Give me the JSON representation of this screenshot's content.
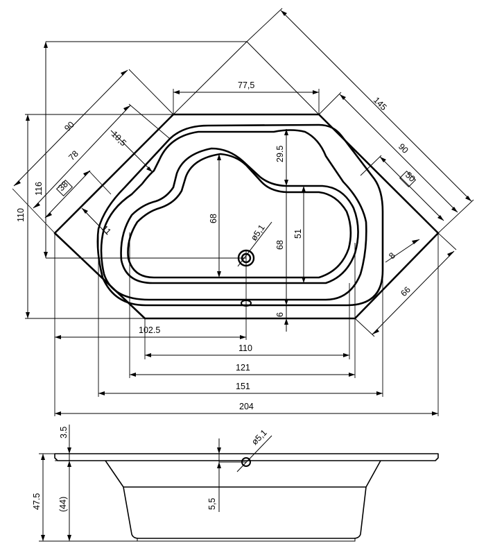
{
  "plan_view": {
    "dims": {
      "top_edge": "77,5",
      "diag_overall": "145",
      "left_diag_90": "90",
      "right_diag_90": "90",
      "left_diag_78": "78",
      "left_10_5": "10,5",
      "left_116": "116",
      "left_110": "110",
      "badge_left": "38",
      "badge_right": "50",
      "left_11": "11",
      "right_8": "8",
      "right_66": "66",
      "inner_29_5": "29.5",
      "inner_68_left": "68",
      "inner_68_mid": "68",
      "inner_51": "51",
      "inner_6": "6",
      "drain_dia": "ø5,1",
      "bottom_102_5": "102.5",
      "bottom_110": "110",
      "bottom_121": "121",
      "bottom_151": "151",
      "bottom_204": "204"
    }
  },
  "side_view": {
    "dims": {
      "top_3_5": "3.5",
      "height_47_5": "47.5",
      "inner_44": "(44)",
      "overflow_5_5": "5,5",
      "drain_dia": "ø5,1"
    }
  }
}
